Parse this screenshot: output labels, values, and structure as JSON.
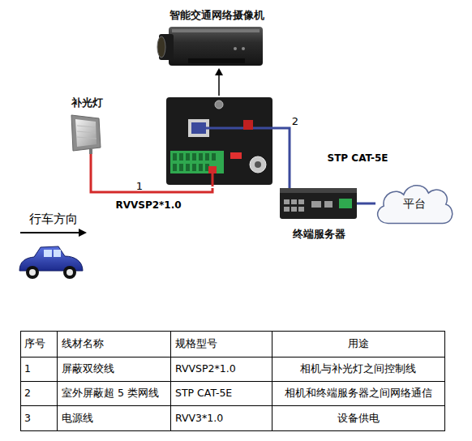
{
  "diagram": {
    "nodes": [
      {
        "text": [
          "智能交通网络摄像机"
        ]
      },
      {
        "text": [
          "补光灯"
        ]
      },
      {
        "text": [
          "终端服务器"
        ]
      },
      {
        "text": [
          "平台"
        ]
      }
    ],
    "edges": [
      {
        "from": 1,
        "to": 0,
        "arrow": "none",
        "label": "RVVSP2*1.0"
      },
      {
        "from": 0,
        "to": 2,
        "arrow": "none",
        "label": "STP CAT-5E"
      },
      {
        "from": 2,
        "to": 3,
        "arrow": "none"
      }
    ],
    "labels": [
      "1",
      "2",
      "行车方向",
      "序号",
      "线材名称",
      "规格型号",
      "用途",
      "1",
      "屏蔽双绞线",
      "RVVSP2*1.0",
      "相机与补光灯之间控制线",
      "2",
      "室外屏蔽超 5 类网线",
      "STP CAT-5E",
      "相机和终端服务器之间网络通信",
      "3",
      "电源线",
      "RVV3*1.0",
      "设备供电"
    ]
  }
}
